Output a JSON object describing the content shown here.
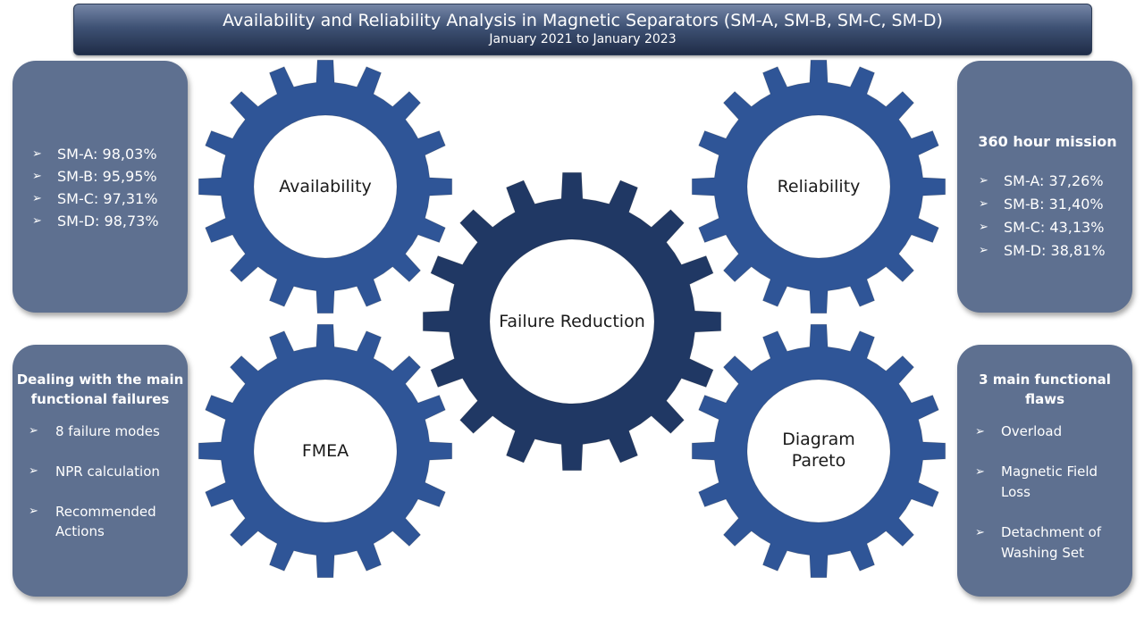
{
  "header": {
    "title": "Availability and Reliability Analysis in Magnetic Separators (SM-A, SM-B, SM-C, SM-D)",
    "subtitle": "January 2021 to January 2023"
  },
  "icons": {
    "bullet": "arrow-bullet-icon",
    "gear": "gear-icon"
  },
  "colors": {
    "gear_outer": "#2f5597",
    "gear_center": "#203864",
    "panel": "#5e7090",
    "title_bar": "#3f5275"
  },
  "gears": {
    "availability": "Availability",
    "reliability": "Reliability",
    "failure_reduction": "Failure Reduction",
    "fmea": "FMEA",
    "pareto_line1": "Diagram",
    "pareto_line2": "Pareto"
  },
  "panels": {
    "availability": {
      "items": [
        "SM-A: 98,03%",
        "SM-B: 95,95%",
        "SM-C: 97,31%",
        "SM-D: 98,73%"
      ]
    },
    "reliability": {
      "heading": "360 hour  mission",
      "items": [
        "SM-A: 37,26%",
        "SM-B: 31,40%",
        "SM-C: 43,13%",
        "SM-D: 38,81%"
      ]
    },
    "fmea": {
      "heading": "Dealing with the main functional failures",
      "items": [
        "8 failure modes",
        "NPR calculation",
        "Recommended Actions"
      ]
    },
    "pareto": {
      "heading": "3 main functional flaws",
      "items": [
        "Overload",
        "Magnetic Field Loss",
        "Detachment of Washing Set"
      ]
    }
  }
}
